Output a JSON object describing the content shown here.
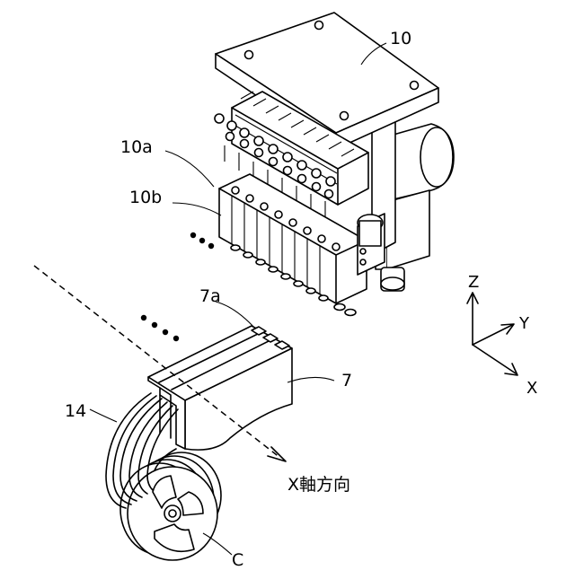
{
  "labels": {
    "head": "10",
    "upper_rows": "10a",
    "lower_rows": "10b",
    "outlets": "7a",
    "guide": "7",
    "tubes": "14",
    "reel": "C",
    "direction": "X軸方向"
  },
  "axes": {
    "z": "Z",
    "y": "Y",
    "x": "X"
  }
}
